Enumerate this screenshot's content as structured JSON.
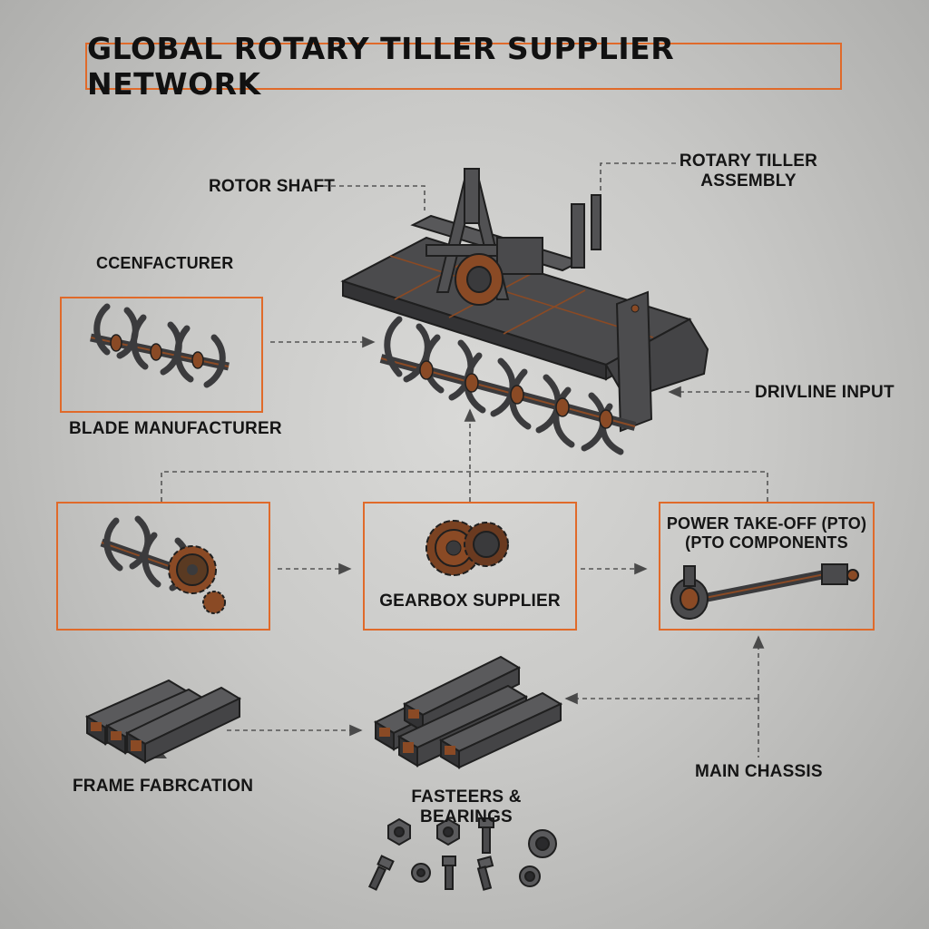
{
  "title": "GLOBAL ROTARY TILLER SUPPLIER NETWORK",
  "labels": {
    "rotor_shaft": "ROTOR SHAFT",
    "assembly_line1": "ROTARY TILLER",
    "assembly_line2": "ASSEMBLY",
    "cmanufacturer": "CCENFACTURER",
    "blade_manufacturer": "BLADE MANUFACTURER",
    "driveline_input": "DRIVLINE INPUT",
    "gearbox_supplier": "GEARBOX SUPPLIER",
    "pto_line1": "POWER TAKE-OFF (PTO)",
    "pto_line2": "(PTO COMPONENTS",
    "frame_fabrication": "FRAME FABRCATION",
    "main_chassis": "MAIN CHASSIS",
    "fasteners_bearings": "FASTEERS & BEARINGS"
  },
  "colors": {
    "accent": "#e06a2a",
    "metal_dark": "#3f3f41",
    "metal_mid": "#5b5b5d",
    "rust": "#8a4a25",
    "background": "#cfcfcd"
  }
}
